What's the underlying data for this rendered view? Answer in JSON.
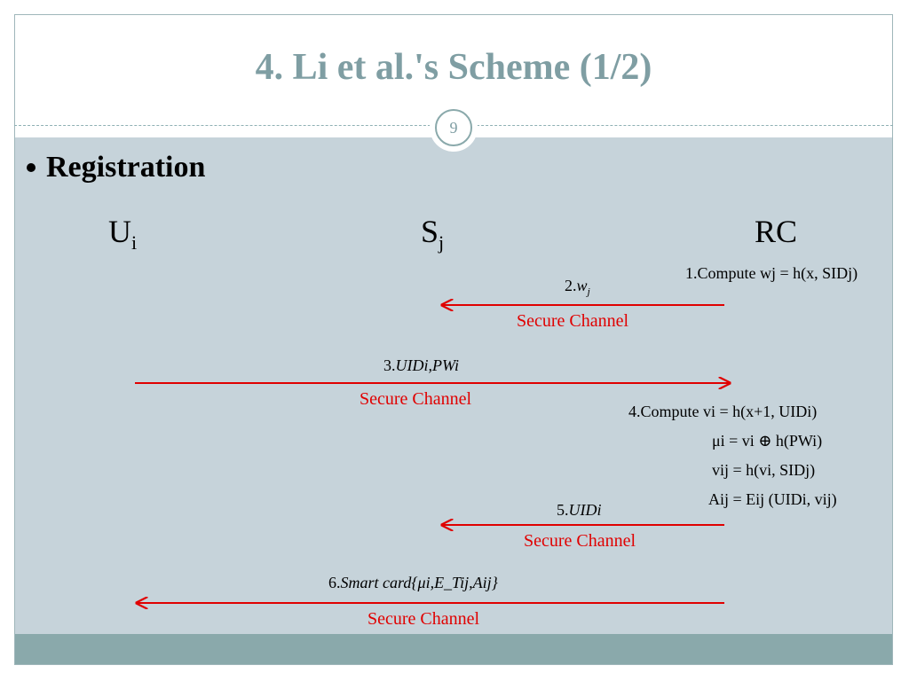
{
  "title": "4. Li et al.'s Scheme (1/2)",
  "slide_number": "9",
  "bullet": "Registration",
  "parties": {
    "user": {
      "base": "U",
      "sub": "i"
    },
    "server": {
      "base": "S",
      "sub": "j"
    },
    "rc": {
      "base": "RC"
    }
  },
  "messages": [
    {
      "num": "2.",
      "text": "w",
      "sub": "j",
      "channel": "Secure Channel",
      "direction": "left"
    },
    {
      "num": "3.",
      "text": "UIDi,PWi",
      "channel": "Secure Channel",
      "direction": "right"
    },
    {
      "num": "5.",
      "text": "UIDi",
      "channel": "Secure Channel",
      "direction": "left"
    },
    {
      "num": "6.",
      "text": "Smart card{μi,E_Tij,Aij}",
      "channel": "Secure Channel",
      "direction": "left"
    }
  ],
  "rc_compute_1": "1.Compute wj = h(x, SIDj)",
  "rc_compute_4": [
    "4.Compute vi = h(x+1, UIDi)",
    "μi = vi ⊕ h(PWi)",
    "vij = h(vi, SIDj)",
    "Aij = Eij (UIDi, vij)"
  ],
  "colors": {
    "title": "#7f9ea3",
    "content_bg": "#c6d3da",
    "bottom_bar": "#8aa9ab",
    "arrow": "#e00000",
    "channel_text": "#e00000"
  }
}
